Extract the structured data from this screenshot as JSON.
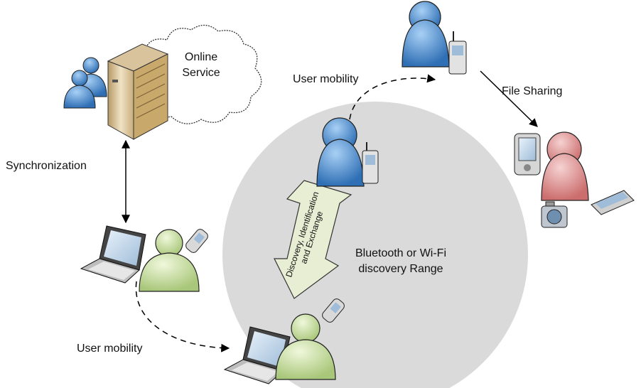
{
  "labels": {
    "online_service": "Online\nService",
    "synchronization": "Synchronization",
    "user_mobility_top": "User mobility",
    "user_mobility_bottom": "User mobility",
    "file_sharing": "File Sharing",
    "range": "Bluetooth or Wi-Fi\ndiscovery Range",
    "exchange": "Discovery, Identification\nand Exchange"
  },
  "colors": {
    "range_circle": "#d9d9d9",
    "user_blue": "#4d8fd1",
    "user_green": "#cfe3a5",
    "user_pink": "#e6a0a0",
    "exchange_arrow": "#e6ecd0",
    "server": "#e8d6b0"
  },
  "icons": [
    "online-service-cloud",
    "server-icon",
    "users-icon",
    "laptop-icon",
    "user-icon",
    "phone-icon",
    "pda-icon",
    "camera-icon",
    "scanner-icon"
  ]
}
